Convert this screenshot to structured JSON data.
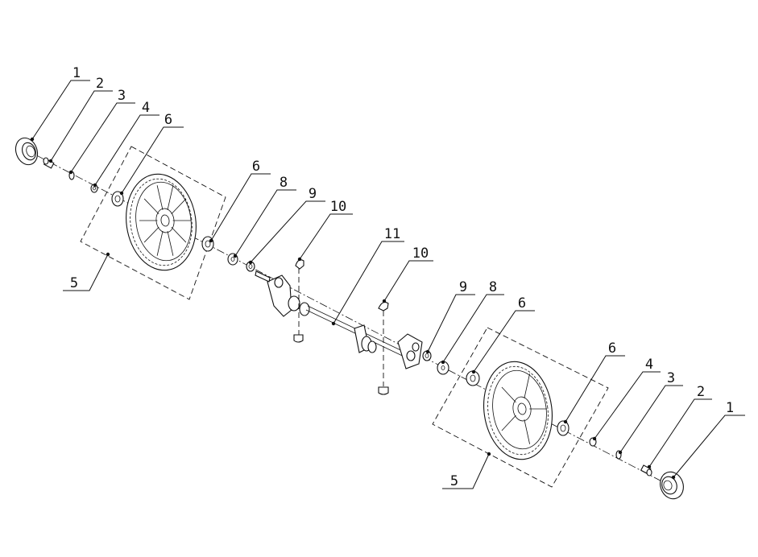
{
  "callouts": [
    {
      "id": "c1a",
      "text": "1"
    },
    {
      "id": "c2a",
      "text": "2"
    },
    {
      "id": "c3a",
      "text": "3"
    },
    {
      "id": "c4a",
      "text": "4"
    },
    {
      "id": "c6a",
      "text": "6"
    },
    {
      "id": "c6b",
      "text": "6"
    },
    {
      "id": "c8a",
      "text": "8"
    },
    {
      "id": "c9a",
      "text": "9"
    },
    {
      "id": "c10a",
      "text": "10"
    },
    {
      "id": "c11",
      "text": "11"
    },
    {
      "id": "c10b",
      "text": "10"
    },
    {
      "id": "c9b",
      "text": "9"
    },
    {
      "id": "c8b",
      "text": "8"
    },
    {
      "id": "c6c",
      "text": "6"
    },
    {
      "id": "c6d",
      "text": "6"
    },
    {
      "id": "c4b",
      "text": "4"
    },
    {
      "id": "c3b",
      "text": "3"
    },
    {
      "id": "c2b",
      "text": "2"
    },
    {
      "id": "c1b",
      "text": "1"
    },
    {
      "id": "c5a",
      "text": "5"
    },
    {
      "id": "c5b",
      "text": "5"
    }
  ]
}
